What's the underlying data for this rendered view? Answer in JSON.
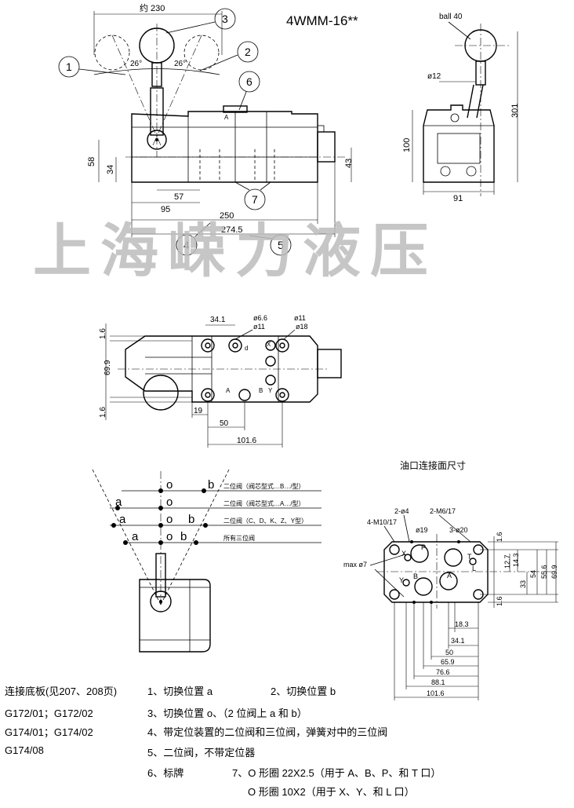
{
  "title": "4WMM-16**",
  "watermark": "上海嵘力液压",
  "port_section_title": "油口连接面尺寸",
  "balloons": [
    "1",
    "2",
    "3",
    "4",
    "5",
    "6",
    "7"
  ],
  "view1_dims": {
    "span": "约 230",
    "angle_left": "26°",
    "angle_right": "26°",
    "h58": "58",
    "h34": "34",
    "h43": "43",
    "w57": "57",
    "w95": "95",
    "w250": "250",
    "w274_5": "274.5"
  },
  "view2_dims": {
    "ball": "ball 40",
    "dia12": "ø12",
    "h100": "100",
    "h301": "301",
    "w91": "91"
  },
  "view3_dims": {
    "w34_1": "34.1",
    "d6_6": "ø6.6",
    "d11a": "ø11",
    "d11b": "ø11",
    "d18": "ø18",
    "h1_6a": "1.6",
    "h69_9": "69.9",
    "h1_6b": "1.6",
    "w19": "19",
    "w50": "50",
    "w101_6": "101.6",
    "port_d": "d",
    "port_x": "X",
    "port_a": "A",
    "port_b": "B",
    "port_y": "Y"
  },
  "view4": {
    "rows": [
      {
        "letters": [
          "o",
          "b"
        ],
        "label": "二位阀（阀芯型式…B…/型）"
      },
      {
        "letters": [
          "a",
          "o"
        ],
        "label": "二位阀（阀芯型式…A…/型）"
      },
      {
        "letters": [
          "a",
          "o",
          "b"
        ],
        "label": "二位阀（C、D、K、Z、Y型）"
      },
      {
        "letters": [
          "a",
          "o",
          "b"
        ],
        "label": "所有三位阀"
      }
    ]
  },
  "port_face_dims": {
    "m10": "4-M10/17",
    "d4": "2-ø4",
    "m6": "2-M6/17",
    "d19": "ø19",
    "d20": "3-ø20",
    "max7": "max ø7",
    "h1_6a": "1.6",
    "h12_7": "12.7",
    "h14_3": "14.3",
    "h33": "33",
    "h54": "54",
    "h55_6": "55.6",
    "h69_9": "69.9",
    "h1_6b": "1.6",
    "w18_3": "18.3",
    "w34_1": "34.1",
    "w50": "50",
    "w65_9": "65.9",
    "w76_6": "76.6",
    "w88_1": "88.1",
    "w101_6": "101.6",
    "ports": [
      "X",
      "P",
      "T",
      "A",
      "B",
      "Y",
      "L"
    ]
  },
  "notes": {
    "base_plate": "连接底板(见207、208页)",
    "g172": "G172/01；G172/02",
    "g174": "G174/01；G174/02",
    "g174_08": "G174/08",
    "n1": "1、切换位置 a",
    "n2": "2、切换位置 b",
    "n3": "3、切换位置 o、（2 位阀上 a 和 b）",
    "n4": "4、带定位装置的二位阀和三位阀，弹簧对中的三位阀",
    "n5": "5、二位阀，不带定位器",
    "n6": "6、标牌",
    "n7a": "7、O 形圈 22X2.5（用于 A、B、P、和 T 口）",
    "n7b": "O 形圈 10X2（用于 X、Y、和 L 口）"
  }
}
